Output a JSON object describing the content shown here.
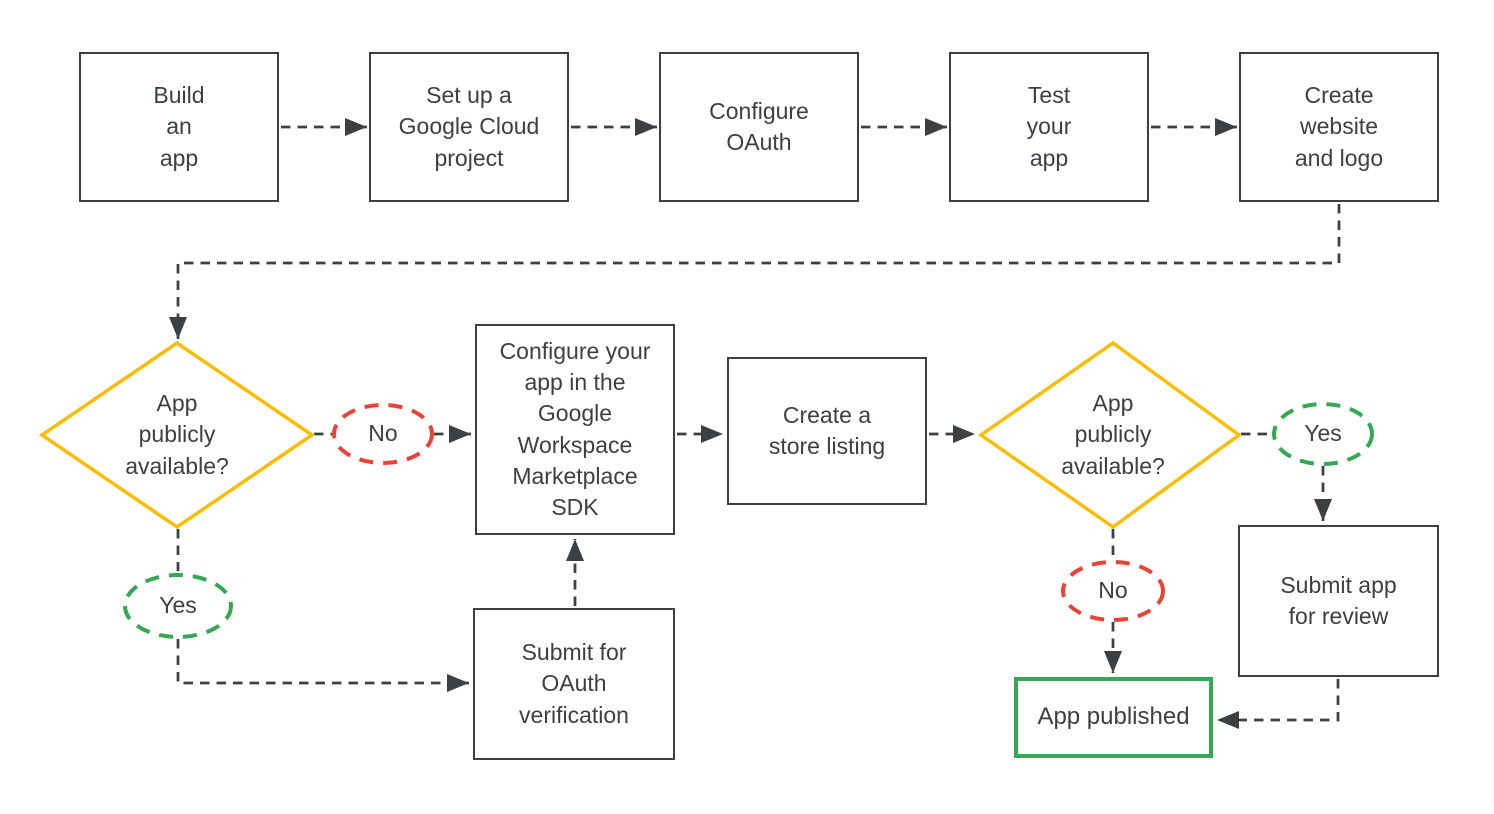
{
  "colors": {
    "line": "#3c4043",
    "text": "#3c4043",
    "decision_border": "#fbbc04",
    "no_border": "#ea4335",
    "yes_border": "#34a853",
    "published_border": "#34a853",
    "background": "#ffffff"
  },
  "process_nodes": {
    "build_app": {
      "label": "Build\nan\napp"
    },
    "setup_project": {
      "label": "Set up a\nGoogle Cloud\nproject"
    },
    "configure_oauth": {
      "label": "Configure\nOAuth"
    },
    "test_app": {
      "label": "Test\nyour\napp"
    },
    "create_website": {
      "label": "Create\nwebsite\nand logo"
    },
    "configure_sdk": {
      "label": "Configure your\napp in the\nGoogle\nWorkspace\nMarketplace\nSDK"
    },
    "store_listing": {
      "label": "Create a\nstore listing"
    },
    "oauth_verification": {
      "label": "Submit for\nOAuth\nverification"
    },
    "submit_review": {
      "label": "Submit app\nfor review"
    },
    "app_published": {
      "label": "App published"
    }
  },
  "decision_nodes": {
    "decision_1": {
      "label": "App\npublicly\navailable?"
    },
    "decision_2": {
      "label": "App\npublicly\navailable?"
    }
  },
  "edge_labels": {
    "no_1": "No",
    "yes_1": "Yes",
    "yes_2": "Yes",
    "no_2": "No"
  }
}
